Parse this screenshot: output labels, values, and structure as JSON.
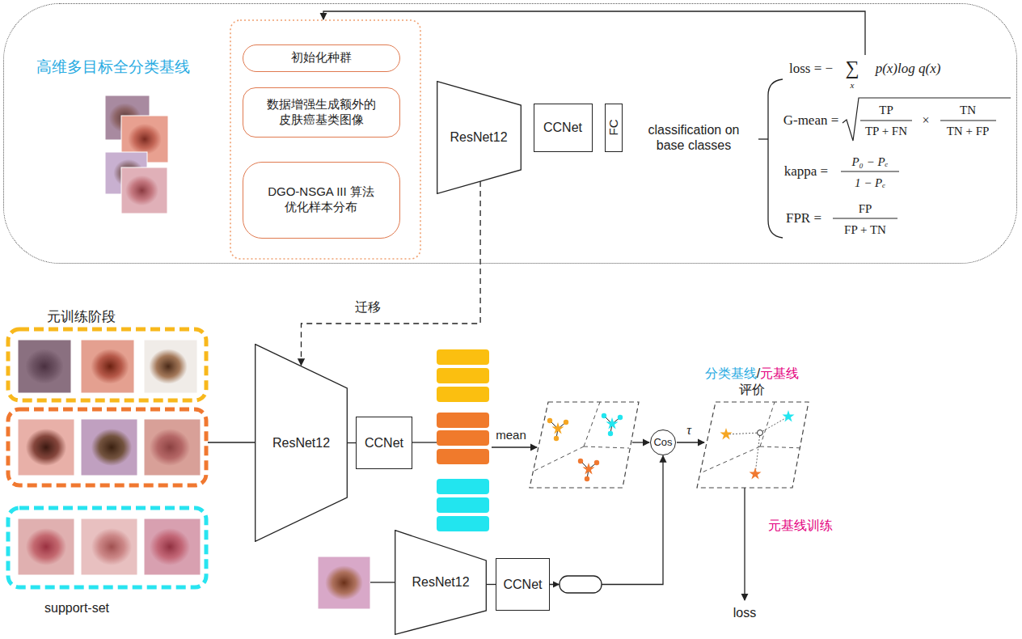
{
  "diagram": {
    "nodes": [
      {
        "text": [
          "高维多目标全分类基线"
        ]
      },
      {
        "text": [
          "初始化种群"
        ],
        "in": 0
      },
      {
        "text": [
          "数据增强生成额外的皮肤癌基类图像"
        ],
        "in": 0
      },
      {
        "text": [
          "DGO-NSGA III 算法优化样本分布"
        ],
        "in": 0
      },
      {
        "text": [
          "ResNet12"
        ],
        "in": 0
      },
      {
        "text": [
          "CCNet"
        ],
        "in": 0
      },
      {
        "text": [
          "FC"
        ],
        "in": 0
      },
      {
        "text": [
          "ResNet12"
        ]
      },
      {
        "text": [
          "CCNet"
        ]
      },
      {
        "text": [
          "Cos"
        ]
      },
      {
        "text": [
          "ResNet12"
        ]
      },
      {
        "text": [
          "CCNet"
        ]
      }
    ],
    "edges": [
      {
        "from": 4,
        "to": 7,
        "arrow": "to",
        "label": "迁移"
      },
      {
        "from": 7,
        "to": 8,
        "arrow": "none"
      },
      {
        "from": 10,
        "to": 11,
        "arrow": "none"
      },
      {
        "from": 11,
        "to": 9,
        "arrow": "to"
      }
    ],
    "labels": [
      "classification on base classes",
      "loss = −",
      "∑",
      "x",
      "p(x)log q(x)",
      "G-mean =",
      "TP",
      "TP + FN",
      "×",
      "TN",
      "TN + FP",
      "kappa =",
      "P₀ − Pₑ",
      "1 − Pₑ",
      "FPR =",
      "FP",
      "FP + TN",
      "元训练阶段",
      "support-set",
      "mean",
      "分类基线",
      "/",
      "元基线",
      "评价",
      "τ",
      "元基线训练",
      "loss"
    ]
  }
}
